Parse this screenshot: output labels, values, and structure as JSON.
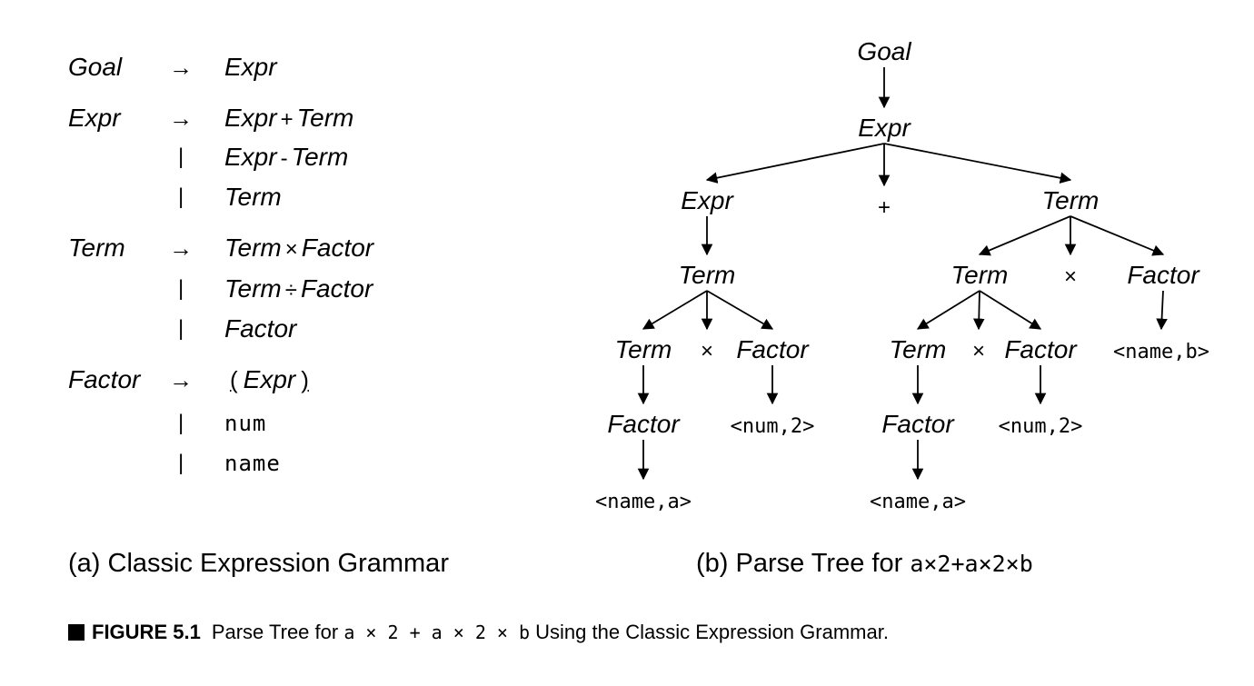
{
  "grammar": {
    "rules": [
      {
        "lhs": "Goal",
        "sep": "→",
        "rhs": [
          {
            "t": "Expr"
          }
        ]
      },
      {
        "lhs": "Expr",
        "sep": "→",
        "rhs": [
          {
            "t": "Expr"
          },
          {
            "op": "+"
          },
          {
            "t": "Term"
          }
        ]
      },
      {
        "lhs": "",
        "sep": "|",
        "rhs": [
          {
            "t": "Expr"
          },
          {
            "op": "-"
          },
          {
            "t": "Term"
          }
        ]
      },
      {
        "lhs": "",
        "sep": "|",
        "rhs": [
          {
            "t": "Term"
          }
        ]
      },
      {
        "lhs": "Term",
        "sep": "→",
        "rhs": [
          {
            "t": "Term"
          },
          {
            "op": "×"
          },
          {
            "t": "Factor"
          }
        ]
      },
      {
        "lhs": "",
        "sep": "|",
        "rhs": [
          {
            "t": "Term"
          },
          {
            "op": "÷"
          },
          {
            "t": "Factor"
          }
        ]
      },
      {
        "lhs": "",
        "sep": "|",
        "rhs": [
          {
            "t": "Factor"
          }
        ]
      },
      {
        "lhs": "Factor",
        "sep": "→",
        "rhs": [
          {
            "p": "("
          },
          {
            "t": "Expr"
          },
          {
            "p": ")"
          }
        ]
      },
      {
        "lhs": "",
        "sep": "|",
        "rhs": [
          {
            "m": "num"
          }
        ]
      },
      {
        "lhs": "",
        "sep": "|",
        "rhs": [
          {
            "m": "name"
          }
        ]
      }
    ]
  },
  "tree": {
    "nodes": [
      {
        "id": "goal",
        "label": "Goal",
        "kind": "nt"
      },
      {
        "id": "expr_root",
        "label": "Expr",
        "kind": "nt"
      },
      {
        "id": "expr_l",
        "label": "Expr",
        "kind": "nt"
      },
      {
        "id": "plus",
        "label": "+",
        "kind": "op"
      },
      {
        "id": "term_r",
        "label": "Term",
        "kind": "nt"
      },
      {
        "id": "term_l1",
        "label": "Term",
        "kind": "nt"
      },
      {
        "id": "term_l2",
        "label": "Term",
        "kind": "nt"
      },
      {
        "id": "times_l",
        "label": "×",
        "kind": "op"
      },
      {
        "id": "factor_l2",
        "label": "Factor",
        "kind": "nt"
      },
      {
        "id": "factor_l3",
        "label": "Factor",
        "kind": "nt"
      },
      {
        "id": "num_l",
        "label": "<num,2>",
        "kind": "tok"
      },
      {
        "id": "name_a_l",
        "label": "<name,a>",
        "kind": "tok"
      },
      {
        "id": "term_r1",
        "label": "Term",
        "kind": "nt"
      },
      {
        "id": "times_r1",
        "label": "×",
        "kind": "op"
      },
      {
        "id": "factor_r1",
        "label": "Factor",
        "kind": "nt"
      },
      {
        "id": "name_b",
        "label": "<name,b>",
        "kind": "tok"
      },
      {
        "id": "term_r2",
        "label": "Term",
        "kind": "nt"
      },
      {
        "id": "times_r2",
        "label": "×",
        "kind": "op"
      },
      {
        "id": "factor_r2",
        "label": "Factor",
        "kind": "nt"
      },
      {
        "id": "factor_r3",
        "label": "Factor",
        "kind": "nt"
      },
      {
        "id": "num_r",
        "label": "<num,2>",
        "kind": "tok"
      },
      {
        "id": "name_a_r",
        "label": "<name,a>",
        "kind": "tok"
      }
    ],
    "edges": [
      [
        "goal",
        "expr_root"
      ],
      [
        "expr_root",
        "expr_l"
      ],
      [
        "expr_root",
        "plus"
      ],
      [
        "expr_root",
        "term_r"
      ],
      [
        "expr_l",
        "term_l1"
      ],
      [
        "term_l1",
        "term_l2"
      ],
      [
        "term_l1",
        "times_l"
      ],
      [
        "term_l1",
        "factor_l2"
      ],
      [
        "term_l2",
        "factor_l3"
      ],
      [
        "factor_l2",
        "num_l"
      ],
      [
        "factor_l3",
        "name_a_l"
      ],
      [
        "term_r",
        "term_r1"
      ],
      [
        "term_r",
        "times_r1"
      ],
      [
        "term_r",
        "factor_r1"
      ],
      [
        "factor_r1",
        "name_b"
      ],
      [
        "term_r1",
        "term_r2"
      ],
      [
        "term_r1",
        "times_r2"
      ],
      [
        "term_r1",
        "factor_r2"
      ],
      [
        "term_r2",
        "factor_r3"
      ],
      [
        "factor_r2",
        "num_r"
      ],
      [
        "factor_r3",
        "name_a_r"
      ]
    ]
  },
  "captions": {
    "a": "(a) Classic Expression Grammar",
    "b_prefix": "(b) Parse Tree for ",
    "b_expr": "a×2+a×2×b"
  },
  "figure_caption": {
    "label": "FIGURE 5.1",
    "prefix": "Parse Tree for ",
    "expr": "a × 2 + a × 2 × b",
    "suffix": " Using the Classic Expression Grammar."
  }
}
